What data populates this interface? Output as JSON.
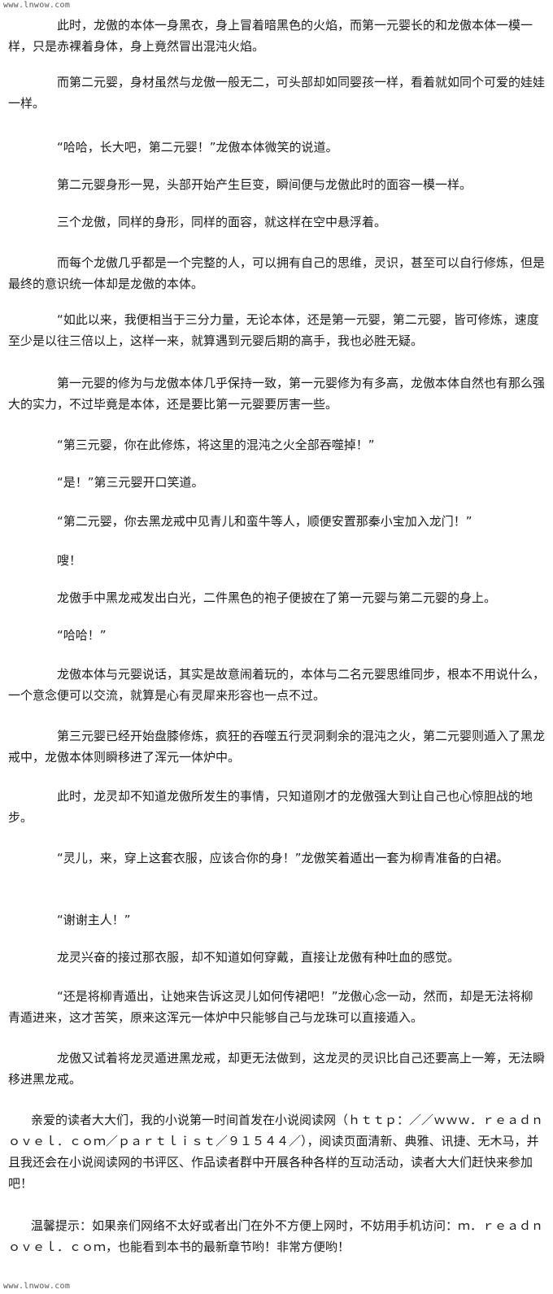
{
  "watermark": {
    "top": "www.lnwow.com",
    "bottom": "www.lnwow.com"
  },
  "paragraphs": [
    "此时，龙傲的本体一身黑衣，身上冒着暗黑色的火焰，而第一元婴长的和龙傲本体一模一样，只是赤裸着身体，身上竟然冒出混沌火焰。",
    "而第二元婴，身材虽然与龙傲一般无二，可头部却如同婴孩一样，看着就如同个可爱的娃娃一样。",
    "“哈哈，长大吧，第二元婴！”龙傲本体微笑的说道。",
    "第二元婴身形一晃，头部开始产生巨变，瞬间便与龙傲此时的面容一模一样。",
    "三个龙傲，同样的身形，同样的面容，就这样在空中悬浮着。",
    "而每个龙傲几乎都是一个完整的人，可以拥有自己的思维，灵识，甚至可以自行修炼，但是最终的意识统一体却是龙傲的本体。",
    "“如此以来，我便相当于三分力量，无论本体，还是第一元婴，第二元婴，皆可修炼，速度至少是以往三倍以上，这样一来，就算遇到元婴后期的高手，我也必胜无疑。",
    "第一元婴的修为与龙傲本体几乎保持一致，第一元婴修为有多高，龙傲本体自然也有那么强大的实力，不过毕竟是本体，还是要比第一元婴要厉害一些。",
    "“第三元婴，你在此修炼，将这里的混沌之火全部吞噬掉！”",
    "“是！”第三元婴开口笑道。",
    "“第二元婴，你去黑龙戒中见青儿和蛮牛等人，顺便安置那秦小宝加入龙门！”",
    "嗖！",
    "龙傲手中黑龙戒发出白光，二件黑色的袍子便披在了第一元婴与第二元婴的身上。",
    "“哈哈！”",
    "龙傲本体与元婴说话，其实是故意闹着玩的，本体与二名元婴思维同步，根本不用说什么，一个意念便可以交流，就算是心有灵犀来形容也一点不过。",
    "第三元婴已经开始盘膝修炼，疯狂的吞噬五行灵洞剩余的混沌之火，第二元婴则遁入了黑龙戒中，龙傲本体则瞬移进了浑元一体炉中。",
    "此时，龙灵却不知道龙傲所发生的事情，只知道刚才的龙傲强大到让自己也心惊胆战的地步。",
    "“灵儿，来，穿上这套衣服，应该合你的身！”龙傲笑着遁出一套为柳青准备的白裙。",
    "“谢谢主人！”",
    "龙灵兴奋的接过那衣服，却不知道如何穿戴，直接让龙傲有种吐血的感觉。",
    "“还是将柳青遁出，让她来告诉这灵儿如何传裙吧！”龙傲心念一动，然而，却是无法将柳青遁进来，这才苦笑，原来这浑元一体炉中只能够自己与龙珠可以直接遁入。",
    "龙傲又试着将龙灵遁进黑龙戒，却更无法做到，这龙灵的灵识比自己还要高上一筹，无法瞬移进黑龙戒。",
    "亲爱的读者大大们，我的小说第一时间首发在小说阅读网（ｈｔｔｐ：／／ｗｗｗ．ｒｅａｄｎｏｖｅｌ．ｃｏｍ／ｐａｒｔｌｉｓｔ／９１５４４／），阅读页面清新、典雅、讯捷、无木马，并且我还会在小说阅读网的书评区、作品读者群中开展各种各样的互动活动，读者大大们赶快来参加吧！",
    "温馨提示：如果亲们网络不太好或者出门在外不方便上网时，不妨用手机访问：ｍ．ｒｅａｄｎｏｖｅｌ．ｃｏｍ，也能看到本书的最新章节哟！非常方便哟！"
  ]
}
